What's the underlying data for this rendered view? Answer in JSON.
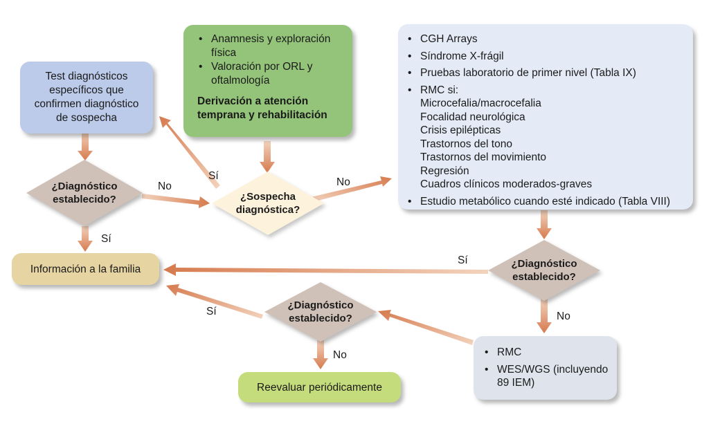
{
  "colors": {
    "blue_box": "#bccbe9",
    "green_box": "#94c47a",
    "lightblue_box": "#e4ebf6",
    "tan_box": "#e6d5a2",
    "lime_box": "#c4dc7b",
    "gray_box": "#dfe4ec",
    "diamond_gray": "#d0c1b8",
    "diamond_cream": "#fdf2dc",
    "arrow": "#d67a4e"
  },
  "nodes": {
    "test_box": {
      "text": "Test diagnósticos específicos que confirmen diagnóstico de sospecha"
    },
    "anamnesis_box": {
      "items": [
        "Anamnesis y exploración física",
        "Valoración por ORL y oftalmología"
      ],
      "bold_text": "Derivación a atención temprana y rehabilitación"
    },
    "tests_box": {
      "items": [
        "CGH Arrays",
        "Síndrome X-frágil",
        "Pruebas laboratorio de primer nivel (Tabla IX)",
        "RMC si:"
      ],
      "sub_items": [
        "Microcefalia/macrocefalia",
        "Focalidad neurológica",
        "Crisis epilépticas",
        "Trastornos del tono",
        "Trastornos del movimiento",
        "Regresión",
        "Cuadros clínicos moderados-graves"
      ],
      "last_item": "Estudio metabólico cuando esté indicado (Tabla VIII)"
    },
    "diamond_left": {
      "text": "¿Diagnóstico establecido?"
    },
    "diamond_sospecha": {
      "text": "¿Sospecha diagnóstica?"
    },
    "diamond_right": {
      "text": "¿Diagnóstico establecido?"
    },
    "diamond_bottom": {
      "text": "¿Diagnóstico establecido?"
    },
    "info_box": {
      "text": "Información a la familia"
    },
    "rmc_box": {
      "items": [
        "RMC",
        "WES/WGS (incluyendo 89 IEM)"
      ]
    },
    "reevaluar_box": {
      "text": "Reevaluar periódicamente"
    }
  },
  "edge_labels": {
    "no_left": "No",
    "si_sospecha": "Sí",
    "no_sospecha": "No",
    "si_left": "Sí",
    "si_right": "Sí",
    "no_right": "No",
    "si_bottom": "Sí",
    "no_bottom": "No"
  }
}
